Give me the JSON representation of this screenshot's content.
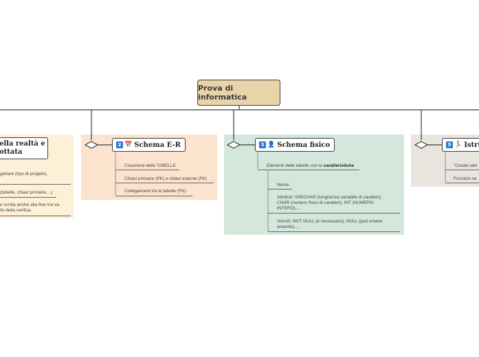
{
  "root": {
    "title": "Prova di informatica"
  },
  "colors": {
    "root_fill": "#e8d4a8",
    "panel_1": "#fdf0d6",
    "panel_2": "#fbe3cd",
    "panel_3": "#d3e7dc",
    "panel_4": "#e8e4de",
    "number_badge": "#2f7ad1"
  },
  "topics": [
    {
      "title_line1": "ella realtà e",
      "title_line2": "ottata",
      "items": [
        "gettare (tipo di progetto,",
        "(tabelle, chiavi primarie,...)",
        "e scritta anche alla fine ma va",
        "llo della verifica."
      ]
    },
    {
      "number": "2",
      "icon": "calendar-icon",
      "title": "Schema E-R",
      "items": [
        "Creazione delle TABELLE",
        "Chiavi primarie (PK) e chiavi esterne (FK)",
        "Collegamenti tra le tabelle (FK)"
      ]
    },
    {
      "number": "3",
      "icon": "person-icon",
      "title": "Schema fisico",
      "subtopic_prefix": "Elementi delle tabelle con le ",
      "subtopic_bold": "caratteristiche",
      "sub_items": [
        "Nome",
        "Attributi: VARCHAR (lunghezza variabile di caratteri),",
        "CHAR (numero fisso di caratteri), INT (NUMERO",
        "INTERO),...",
        "Vincoli: NOT NULL (è necessario), NULL (può essere",
        "assente),..."
      ]
    },
    {
      "number": "5",
      "icon": "person-running-icon",
      "title": "Istru",
      "items": [
        "\"Create tabl",
        "Funzioni ne"
      ]
    }
  ]
}
